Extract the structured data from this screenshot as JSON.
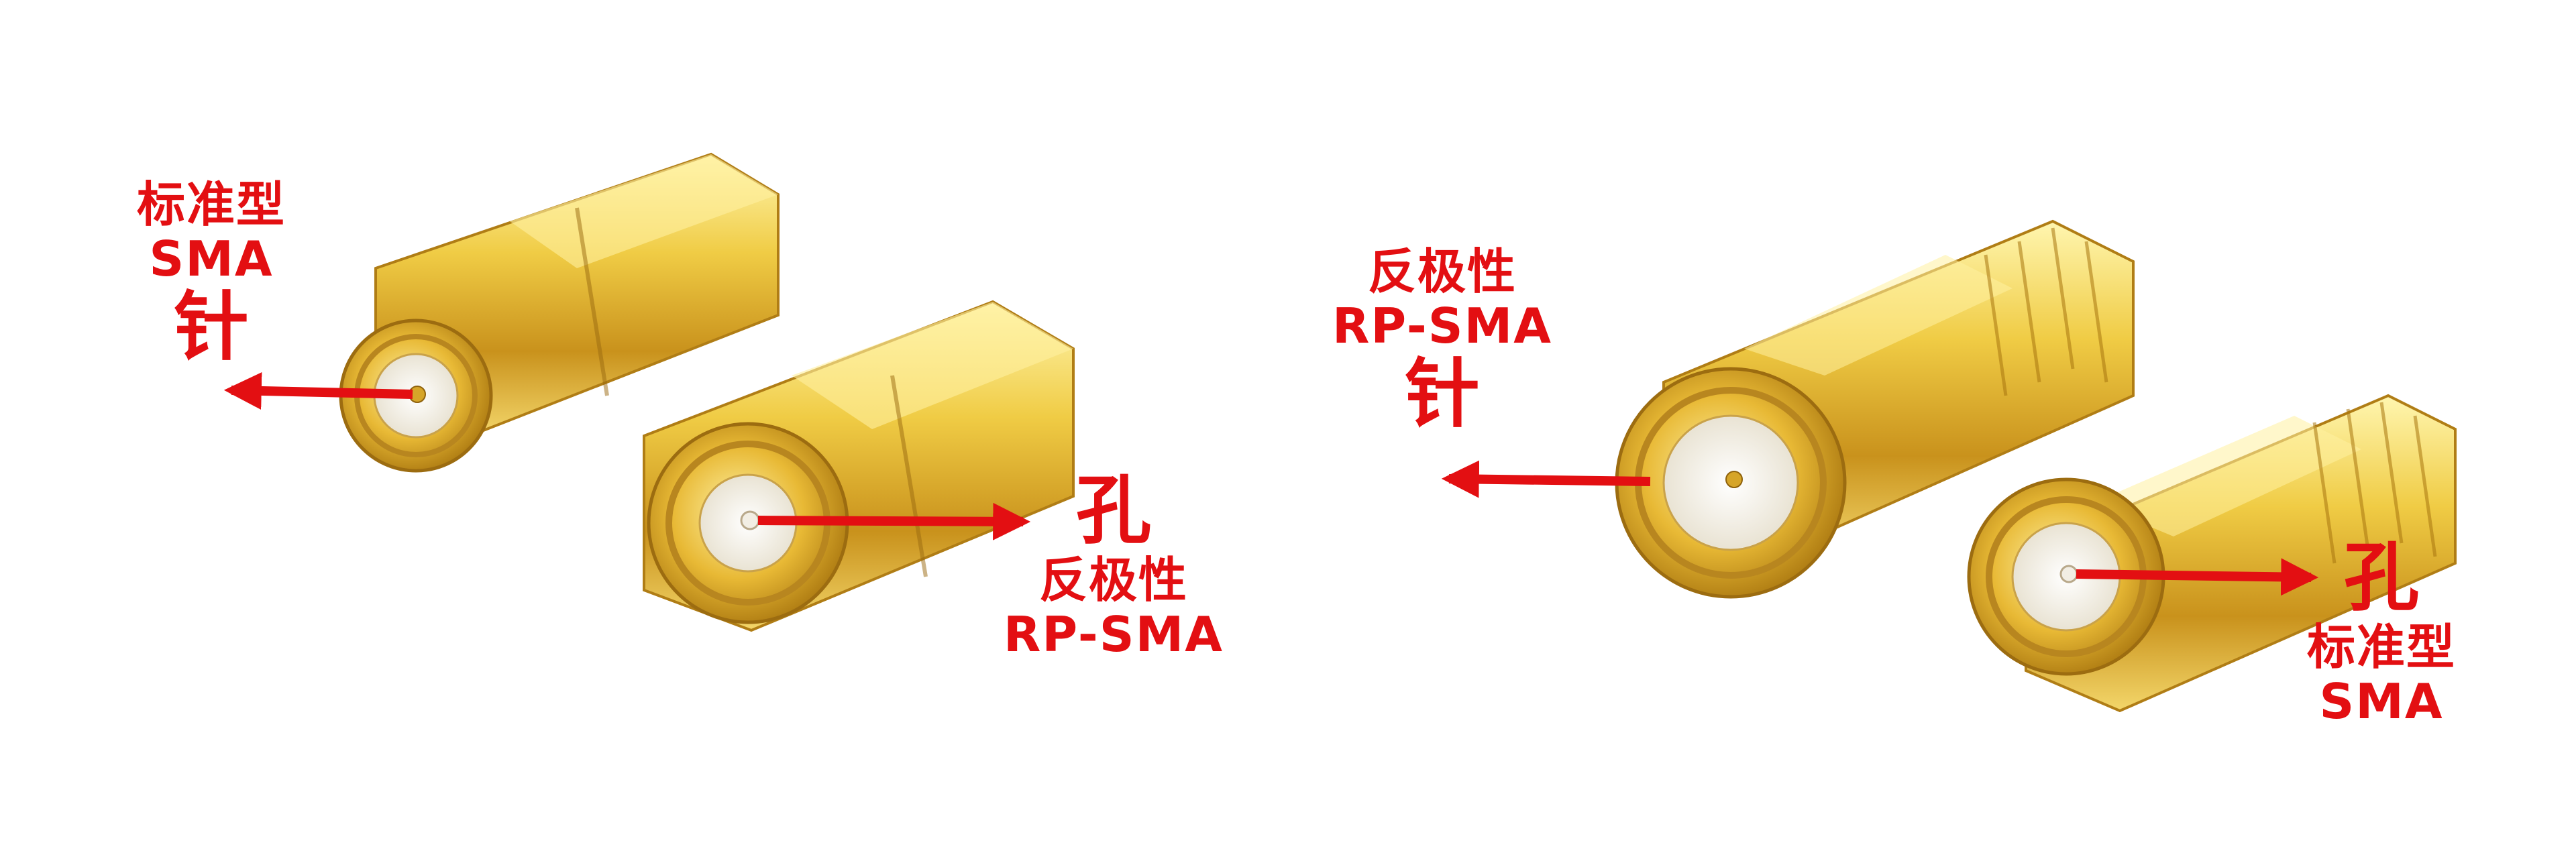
{
  "labels": {
    "left_pin": {
      "type": "标准型",
      "name": "SMA",
      "pin": "针"
    },
    "left_hole": {
      "hole": "孔",
      "type": "反极性",
      "name": "RP-SMA"
    },
    "right_pin": {
      "type": "反极性",
      "name": "RP-SMA",
      "pin": "针"
    },
    "right_hole": {
      "hole": "孔",
      "type": "标准型",
      "name": "SMA"
    }
  },
  "colors": {
    "label": "#e30f12",
    "gold": "#e3b52a",
    "background": "#ffffff"
  }
}
